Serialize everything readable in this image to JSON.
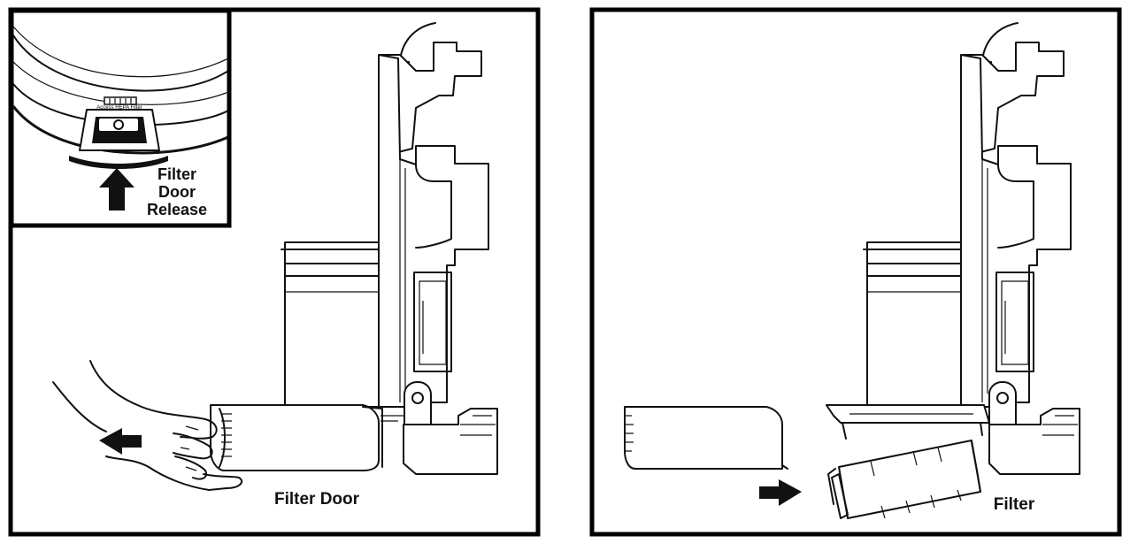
{
  "panels": {
    "left": {
      "inset": {
        "tiny_text": "Access HEPA Filter",
        "release_label_line1": "Filter",
        "release_label_line2": "Door",
        "release_label_line3": "Release"
      },
      "filter_door_label": "Filter Door"
    },
    "right": {
      "filter_label": "Filter"
    }
  },
  "icons": [
    "arrow-up-icon",
    "arrow-left-icon",
    "arrow-right-icon",
    "hand-icon"
  ]
}
